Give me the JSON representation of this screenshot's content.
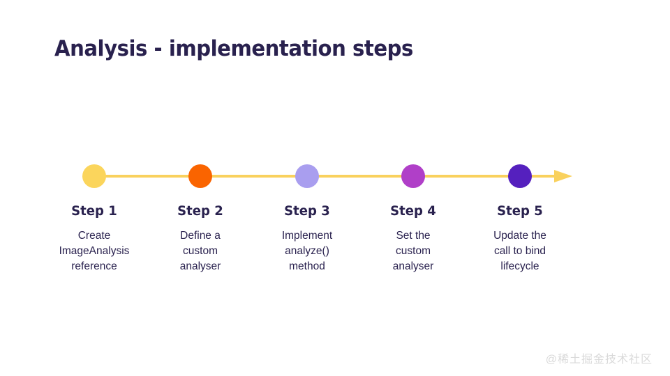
{
  "title": "Analysis - implementation steps",
  "colors": {
    "text": "#29214E",
    "line": "#F9D15D",
    "watermark": "#D9D9D9"
  },
  "timeline": {
    "line_color": "#F9D15D",
    "arrow_color": "#F9D15D"
  },
  "steps": [
    {
      "label": "Step 1",
      "description": "Create\nImageAnalysis\nreference",
      "dot_color": "#FBD55C",
      "dot_name": "yellow-dot"
    },
    {
      "label": "Step 2",
      "description": "Define a\ncustom\nanalyser",
      "dot_color": "#FA6400",
      "dot_name": "orange-dot"
    },
    {
      "label": "Step 3",
      "description": "Implement\nanalyze()\nmethod",
      "dot_color": "#A99EEF",
      "dot_name": "lavender-dot"
    },
    {
      "label": "Step 4",
      "description": "Set the\ncustom\nanalyser",
      "dot_color": "#B03FC8",
      "dot_name": "magenta-dot"
    },
    {
      "label": "Step 5",
      "description": "Update the\ncall to bind\nlifecycle",
      "dot_color": "#5520BE",
      "dot_name": "indigo-dot"
    }
  ],
  "watermark": "@稀土掘金技术社区"
}
